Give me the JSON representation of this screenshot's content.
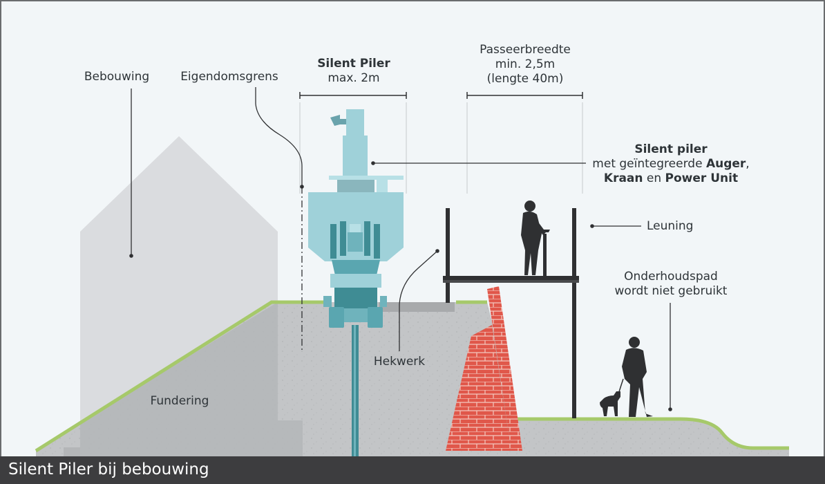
{
  "labels": {
    "bebouwing": "Bebouwing",
    "eigendomsgrens": "Eigendomsgrens",
    "silent_piler_title": "Silent Piler",
    "silent_piler_width": "max. 2m",
    "passeerbreedte_1": "Passeerbreedte",
    "passeerbreedte_2": "min. 2,5m",
    "passeerbreedte_3": "(lengte 40m)",
    "callout_title": "Silent piler",
    "callout_line2_prefix": "met geïntegreerde ",
    "callout_auger": "Auger",
    "callout_comma": ",",
    "callout_kraan": "Kraan",
    "callout_en": " en ",
    "callout_power": "Power Unit",
    "leuning": "Leuning",
    "onderhoudspad_1": "Onderhoudspad",
    "onderhoudspad_2": "wordt niet gebruikt",
    "hekwerk": "Hekwerk",
    "fundering": "Fundering"
  },
  "footer": {
    "title": "Silent Piler bij bebouwing"
  },
  "colors": {
    "background": "#f2f6f8",
    "ground": "#c3c5c7",
    "grass": "#a6c96a",
    "machine_light": "#9fd1d9",
    "machine_dark": "#3f8c94",
    "brick": "#e2564a",
    "silhouette": "#2f3032",
    "house": "#dadcdf",
    "footer": "#3d3d3f"
  }
}
